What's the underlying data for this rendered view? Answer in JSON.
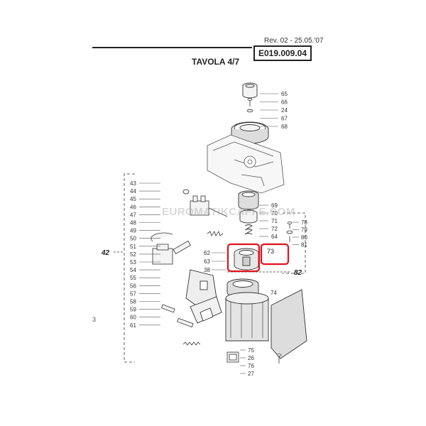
{
  "header": {
    "revision": "Rev. 02 - 25.05.'07",
    "code": "E019.009.04",
    "title": "TAVOLA 4/7"
  },
  "margin_mark": "3",
  "watermark": "EUROMATIKCAFFE.COM",
  "group_labels": {
    "left": "42",
    "right": "82"
  },
  "highlight_label": "73",
  "part_numbers": {
    "left": [
      "43",
      "44",
      "45",
      "46",
      "47",
      "48",
      "49",
      "50",
      "51",
      "52",
      "53",
      "54",
      "55",
      "56",
      "57",
      "58",
      "59",
      "60",
      "61"
    ],
    "top_right": [
      "65",
      "66",
      "24",
      "67",
      "68"
    ],
    "center_right": [
      "69",
      "70",
      "71",
      "72",
      "64"
    ],
    "far_right": [
      "78",
      "79",
      "80",
      "81"
    ],
    "center": [
      "62",
      "63",
      "38"
    ],
    "lower_right": [
      "74"
    ],
    "bottom": [
      "75",
      "26",
      "76",
      "27"
    ]
  },
  "colors": {
    "highlight": "#e0121b",
    "line": "#333333",
    "fill": "#f4f4f4"
  }
}
